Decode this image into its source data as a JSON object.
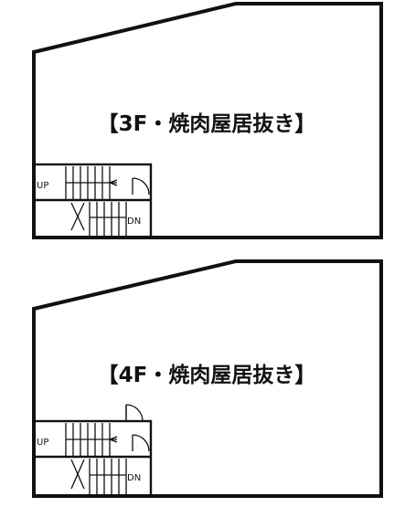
{
  "floors": [
    {
      "title": "【3F・焼肉屋居抜き】",
      "stair_up_label": "UP",
      "stair_down_label": "DN"
    },
    {
      "title": "【4F・焼肉屋居抜き】",
      "stair_up_label": "UP",
      "stair_down_label": "DN"
    }
  ]
}
